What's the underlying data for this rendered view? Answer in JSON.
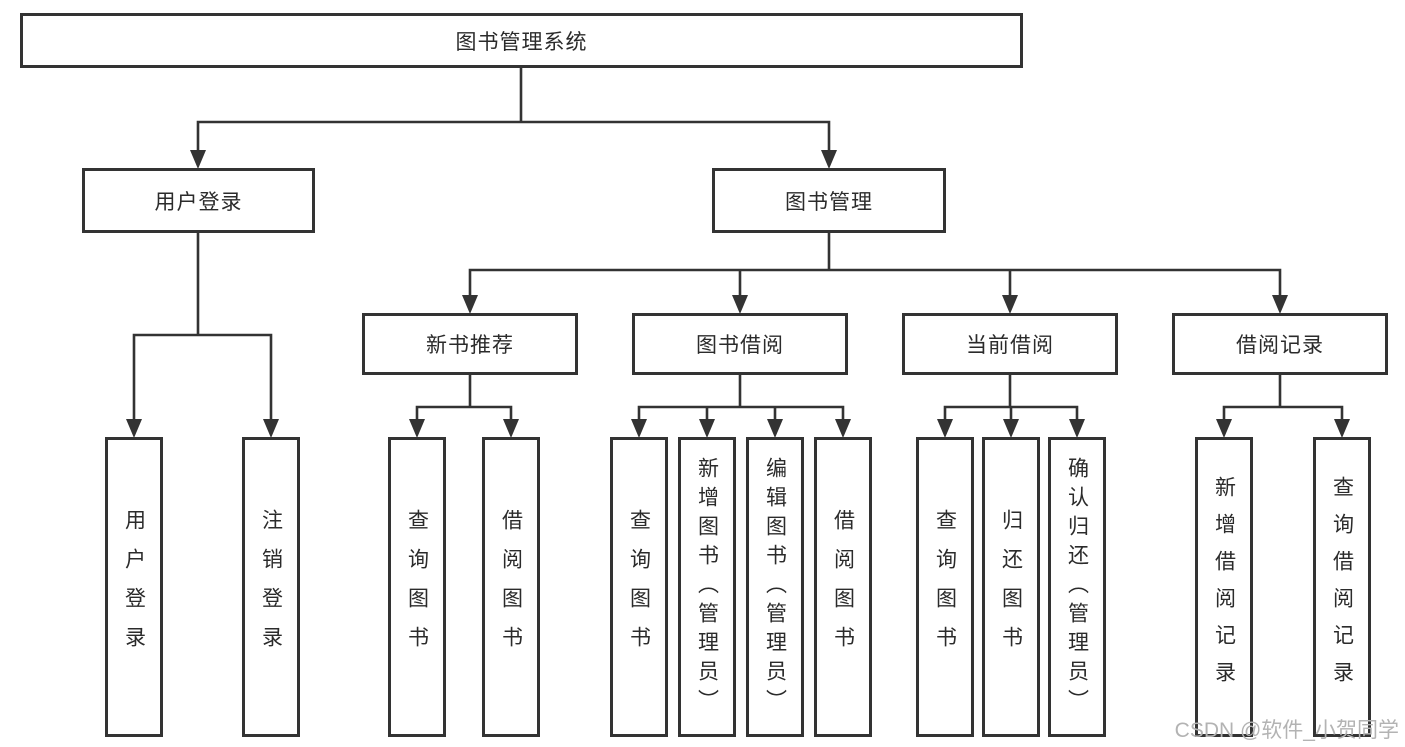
{
  "diagram": {
    "title": "图书管理系统",
    "level2": {
      "user_login": "用户登录",
      "book_management": "图书管理"
    },
    "level3": {
      "new_book_recommend": "新书推荐",
      "book_borrow": "图书借阅",
      "current_borrow": "当前借阅",
      "borrow_record": "借阅记录"
    },
    "leaves": {
      "user_login": [
        "用户登录",
        "注销登录"
      ],
      "new_book_recommend": [
        "查询图书",
        "借阅图书"
      ],
      "book_borrow": [
        "查询图书",
        "新增图书（管理员）",
        "编辑图书（管理员）",
        "借阅图书"
      ],
      "current_borrow": [
        "查询图书",
        "归还图书",
        "确认归还（管理员）"
      ],
      "borrow_record": [
        "新增借阅记录",
        "查询借阅记录"
      ]
    },
    "watermark": "CSDN @软件_小贺同学",
    "colors": {
      "line": "#333333",
      "text": "#2b2b2b",
      "watermark": "#b3b3b3",
      "background": "#ffffff"
    }
  }
}
